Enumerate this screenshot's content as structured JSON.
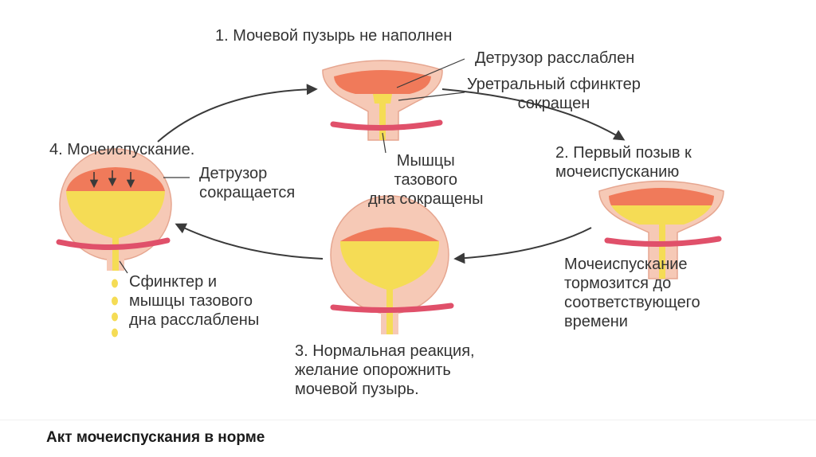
{
  "colors": {
    "detrusor": "#f07a5a",
    "urine": "#f5dc55",
    "urine_light": "#fbe98a",
    "wall": "#f6c9b6",
    "muscle": "#e0506a",
    "arrow": "#3a3a3a",
    "text": "#333333"
  },
  "stages": {
    "stage1": {
      "title": "1. Мочевой пузырь не наполнен",
      "detrusor": "Детрузор расслаблен",
      "sphincter": [
        "Уретральный сфинктер",
        "сокращен"
      ],
      "pelvic": [
        "Мышцы",
        "тазового",
        "дна сокращены"
      ]
    },
    "stage2": {
      "title": [
        "2. Первый позыв к",
        "мочеиспусканию"
      ],
      "note": [
        "Мочеиспускание",
        "тормозится до",
        "соответствующего",
        "времени"
      ]
    },
    "stage3": {
      "title": [
        "3. Нормальная реакция,",
        "желание опорожнить",
        "мочевой пузырь."
      ]
    },
    "stage4": {
      "title": "4. Мочеиспускание.",
      "detrusor": [
        "Детрузор",
        "сокращается"
      ],
      "sphincter": [
        "Сфинктер и",
        "мышцы тазового",
        "дна расслаблены"
      ]
    }
  },
  "caption": "Акт мочеиспускания в норме"
}
